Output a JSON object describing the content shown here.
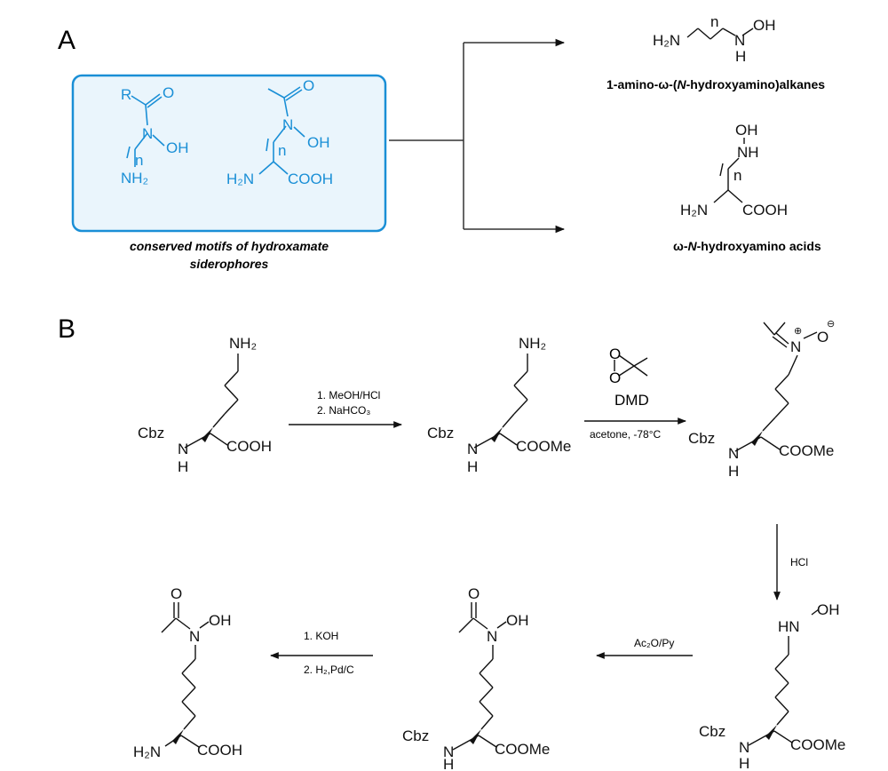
{
  "panel_a": {
    "label": "A",
    "motifs_caption": [
      "conserved motifs of hydroxamate",
      "siderophores"
    ],
    "motif1": {
      "r": "R",
      "o": "O",
      "n": "N",
      "oh": "OH",
      "sub_n": "n",
      "nh2": "NH₂"
    },
    "motif2": {
      "o": "O",
      "n": "N",
      "oh": "OH",
      "sub_n": "n",
      "h2n": "H₂N",
      "cooh": "COOH"
    },
    "top_product": {
      "h2n": "H₂N",
      "sub_n": "n",
      "n": "N",
      "h": "H",
      "oh": "OH",
      "name_pre": "1-amino-ω-(",
      "name_ital": "N",
      "name_post": "-hydroxyamino)alkanes"
    },
    "bottom_product": {
      "oh": "OH",
      "nh": "NH",
      "sub_n": "n",
      "h2n": "H₂N",
      "cooh": "COOH",
      "name_pre": "ω-",
      "name_ital": "N",
      "name_post": "-hydroxyamino acids"
    }
  },
  "panel_b": {
    "label": "B",
    "step1": [
      "1. MeOH/HCl",
      "2. NaHCO₃"
    ],
    "step2": {
      "reagent": "DMD",
      "cond": "acetone, -78°C",
      "o1": "O",
      "o2": "O"
    },
    "step3": "HCl",
    "step4": "Ac₂O/Py",
    "step5": [
      "1. KOH",
      "2. H₂,Pd/C"
    ],
    "cpd1": {
      "nh2": "NH₂",
      "cbz": "Cbz",
      "n": "N",
      "h": "H",
      "acid": "COOH"
    },
    "cpd2": {
      "nh2": "NH₂",
      "cbz": "Cbz",
      "n": "N",
      "h": "H",
      "ester": "COOMe"
    },
    "cpd3": {
      "plus": "⊕",
      "minus": "⊖",
      "n": "N",
      "o": "O",
      "cbz": "Cbz",
      "nh": "N",
      "h": "H",
      "ester": "COOMe"
    },
    "cpd4": {
      "hn": "HN",
      "oh": "OH",
      "cbz": "Cbz",
      "n": "N",
      "h": "H",
      "ester": "COOMe"
    },
    "cpd5": {
      "o": "O",
      "n": "N",
      "oh": "OH",
      "cbz": "Cbz",
      "nh": "N",
      "h": "H",
      "ester": "COOMe"
    },
    "cpd6": {
      "o": "O",
      "n": "N",
      "oh": "OH",
      "h2n": "H₂N",
      "acid": "COOH"
    }
  },
  "colors": {
    "motif": "#1a8fd6",
    "box_fill": "#eaf5fc",
    "ink": "#111111"
  }
}
